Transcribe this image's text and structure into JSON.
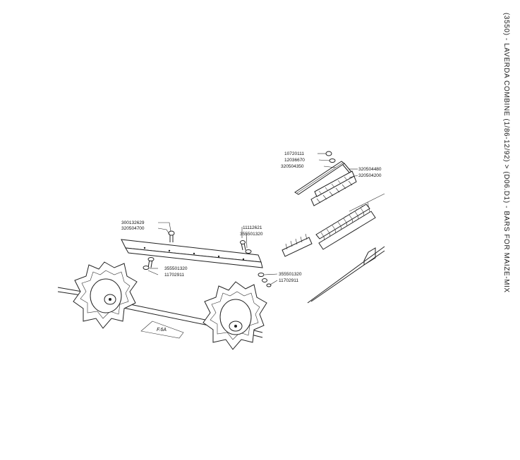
{
  "title": "(3550) - LAVERDA COMBINE (1/86-12/92) > (D06.D1) - BARS FOR MAIZE-MIX",
  "stamp": "F.6A",
  "part_labels": [
    "10720111",
    "12036670",
    "320504350",
    "320504480",
    "320504200",
    "300132629",
    "320504700",
    "11112621",
    "355501320",
    "355501320",
    "11702911",
    "355501320",
    "11702911"
  ],
  "colors": {
    "ink": "#222222",
    "background": "#ffffff"
  }
}
